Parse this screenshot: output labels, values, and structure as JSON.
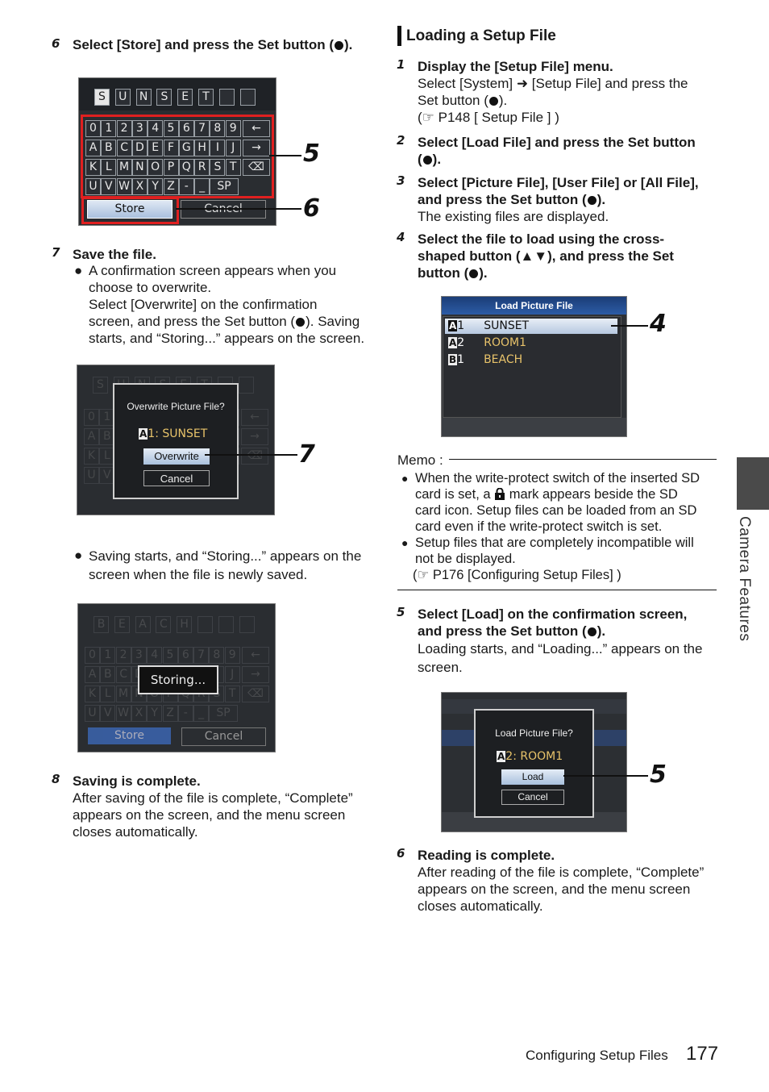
{
  "left": {
    "step6": {
      "num": "6",
      "text_a": "Select [Store] and press the Set button (",
      "text_b": ")."
    },
    "fig1": {
      "name_keys": [
        "S",
        "U",
        "N",
        "S",
        "E",
        "T",
        "",
        ""
      ],
      "rows": [
        [
          "0",
          "1",
          "2",
          "3",
          "4",
          "5",
          "6",
          "7",
          "8",
          "9",
          "←"
        ],
        [
          "A",
          "B",
          "C",
          "D",
          "E",
          "F",
          "G",
          "H",
          "I",
          "J",
          "→"
        ],
        [
          "K",
          "L",
          "M",
          "N",
          "O",
          "P",
          "Q",
          "R",
          "S",
          "T",
          "⌫"
        ],
        [
          "U",
          "V",
          "W",
          "X",
          "Y",
          "Z",
          "-",
          "_",
          "SP"
        ]
      ],
      "store": "Store",
      "cancel": "Cancel",
      "callout_a": "5",
      "callout_b": "6"
    },
    "step7": {
      "num": "7",
      "title": "Save the file.",
      "b1_l1": "A confirmation screen appears when you",
      "b1_l2": "choose to overwrite.",
      "b1_l3": "Select [Overwrite] on the confirmation",
      "b1_l4a": "screen, and press the Set button (",
      "b1_l4b": "). Saving",
      "b1_l5": "starts, and “Storing...” appears on the screen."
    },
    "fig2": {
      "dialog_title": "Overwrite Picture File?",
      "file_badge": "A",
      "file_label": "1: SUNSET",
      "overwrite": "Overwrite",
      "cancel": "Cancel",
      "callout": "7"
    },
    "bullet2_l1": "Saving starts, and “Storing...” appears on the",
    "bullet2_l2": "screen when the file is newly saved.",
    "fig3": {
      "name_keys": [
        "B",
        "E",
        "A",
        "C",
        "H",
        "",
        "",
        ""
      ],
      "storing": "Storing...",
      "store": "Store",
      "cancel": "Cancel"
    },
    "step8": {
      "num": "8",
      "title": "Saving is complete.",
      "l1": "After saving of the file is complete, “Complete”",
      "l2": "appears on the screen, and the menu screen",
      "l3": "closes automatically."
    }
  },
  "right": {
    "heading": "Loading a Setup File",
    "step1": {
      "num": "1",
      "title": "Display the [Setup File] menu.",
      "l1": "Select [System] ➜ [Setup File] and press the",
      "l2a": "Set button (",
      "l2b": ").",
      "l3": "(☞ P148 [ Setup File ] )"
    },
    "step2": {
      "num": "2",
      "l1": "Select [Load File] and press the Set button",
      "l2a": "(",
      "l2b": ")."
    },
    "step3": {
      "num": "3",
      "l1": "Select [Picture File], [User File] or [All File],",
      "l2a": "and press the Set button (",
      "l2b": ").",
      "l3": "The existing files are displayed."
    },
    "step4": {
      "num": "4",
      "l1": "Select the file to load using the cross-",
      "l2": "shaped button (▲▼), and press the Set",
      "l3a": "button (",
      "l3b": ")."
    },
    "fig4": {
      "title": "Load Picture File",
      "items": [
        {
          "badge": "A",
          "num": "1",
          "name": "SUNSET"
        },
        {
          "badge": "A",
          "num": "2",
          "name": "ROOM1"
        },
        {
          "badge": "B",
          "num": "1",
          "name": "BEACH"
        }
      ],
      "callout": "4"
    },
    "memo": {
      "label": "Memo :",
      "b1_l1": "When the write-protect switch of the inserted SD",
      "b1_l2a": "card is set, a ",
      "b1_l2b": " mark appears beside the SD",
      "b1_l3": "card icon. Setup files can be loaded from an SD",
      "b1_l4": "card even if the write-protect switch is set.",
      "b2_l1": "Setup files that are completely incompatible will",
      "b2_l2": "not be displayed.",
      "b2_l3": "(☞ P176 [Configuring Setup Files] )"
    },
    "step5": {
      "num": "5",
      "l1": "Select [Load] on the confirmation screen,",
      "l2a": "and press the Set button (",
      "l2b": ").",
      "l3": "Loading starts, and “Loading...” appears on the",
      "l4": "screen."
    },
    "fig5": {
      "dialog_title": "Load Picture File?",
      "file_badge": "A",
      "file_label": "2: ROOM1",
      "load": "Load",
      "cancel": "Cancel",
      "callout": "5"
    },
    "step6": {
      "num": "6",
      "title": "Reading is complete.",
      "l1": "After reading of the file is complete, “Complete”",
      "l2": "appears on the screen, and the menu screen",
      "l3": "closes automatically."
    }
  },
  "sidebar": {
    "label": "Camera Features"
  },
  "footer": {
    "section": "Configuring Setup Files",
    "page": "177"
  }
}
